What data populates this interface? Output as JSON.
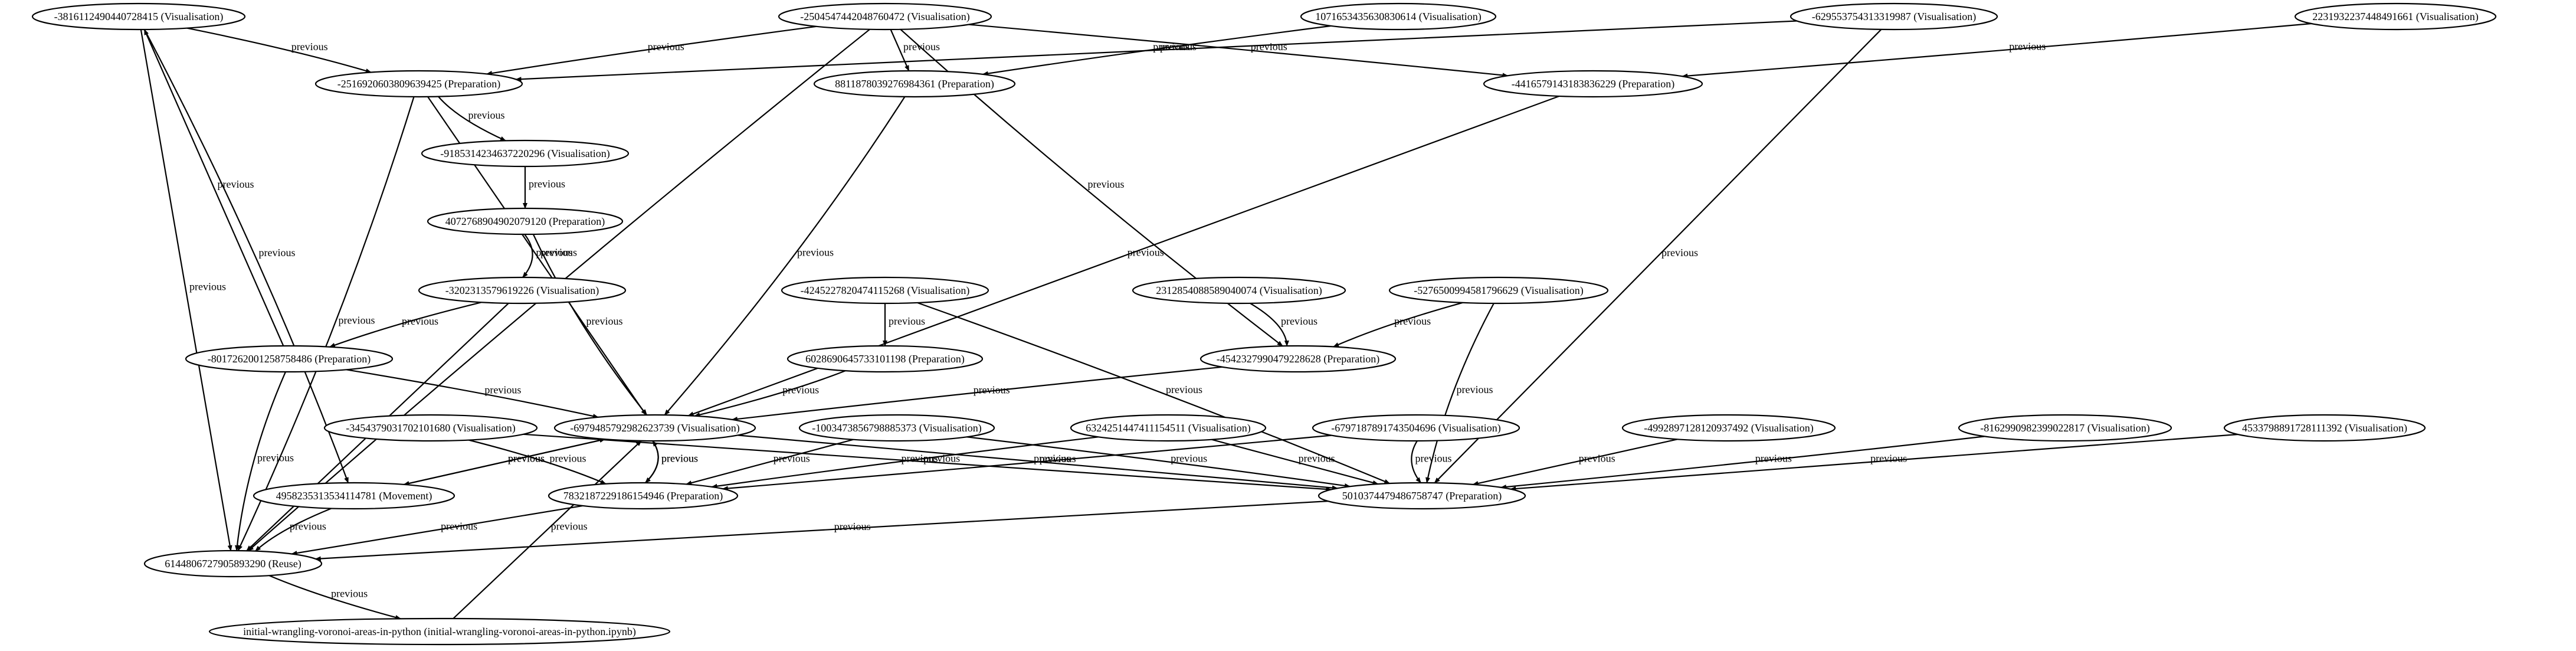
{
  "nodes": {
    "n1": "-3816112490440728415 (Visualisation)",
    "n2": "-2504547442048760472 (Visualisation)",
    "n3": "1071653435630830614 (Visualisation)",
    "n4": "-629553754313319987 (Visualisation)",
    "n5": "2231932237448491661 (Visualisation)",
    "n6": "-2516920603809639425 (Preparation)",
    "n7": "8811878039276984361 (Preparation)",
    "n8": "-4416579143183836229 (Preparation)",
    "n9": "-9185314234637220296 (Visualisation)",
    "n10": "4072768904902079120 (Preparation)",
    "n11": "-3202313579619226 (Visualisation)",
    "n12": "-4245227820474115268 (Visualisation)",
    "n13": "2312854088589040074 (Visualisation)",
    "n14": "-5276500994581796629 (Visualisation)",
    "n15": "-8017262001258758486 (Preparation)",
    "n16": "6028690645733101198 (Preparation)",
    "n17": "-4542327990479228628 (Preparation)",
    "n18": "-3454379031702101680 (Visualisation)",
    "n19": "-6979485792982623739 (Visualisation)",
    "n20": "-1003473856798885373 (Visualisation)",
    "n21": "6324251447411154511 (Visualisation)",
    "n22": "-6797187891743504696 (Visualisation)",
    "n23": "-4992897128120937492 (Visualisation)",
    "n24": "-8162990982399022817 (Visualisation)",
    "n25": "4533798891728111392 (Visualisation)",
    "n26": "4958235313534114781 (Movement)",
    "n27": "7832187229186154946 (Preparation)",
    "n28": "5010374479486758747 (Preparation)",
    "n29": "6144806727905893290 (Reuse)",
    "n30": "initial-wrangling-voronoi-areas-in-python (initial-wrangling-voronoi-areas-in-python.ipynb)"
  },
  "edge_label": "previous"
}
